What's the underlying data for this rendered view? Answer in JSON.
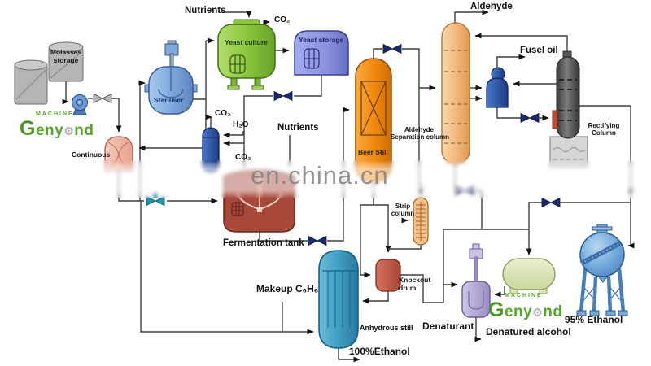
{
  "watermark": {
    "text": "en.china.cn"
  },
  "brand": {
    "machine": "MACHINE",
    "g": "G",
    "eny": "eny",
    "gear": "⚙",
    "nd": "nd"
  },
  "labels": {
    "molasses_1": "Molasses",
    "molasses_2": "storage",
    "steriliser": "Steriliser",
    "nutrients_top": "Nutrients",
    "co2_top": "CO₂",
    "yeast_culture": "Yeast culture",
    "yeast_storage": "Yeast storage",
    "continuous": "Continuous",
    "co2_mid": "CO₂",
    "h2o": "H₂O",
    "co2_ferm": "CO₂",
    "nutrients_mid": "Nutrients",
    "fermentation_tank": "Fermentation tank",
    "beer_still": "Beer Still",
    "aldehyde_sep_1": "Aldehyde",
    "aldehyde_sep_2": "Separation column",
    "aldehyde": "Aldehyde",
    "fusel_oil": "Fusel oil",
    "rectifying_1": "Rectifying",
    "rectifying_2": "Column",
    "strip_1": "Strip",
    "strip_2": "column",
    "knockout_1": "Knockout",
    "knockout_2": "drum",
    "makeup": "Makeup C₆H₆",
    "anhydrous_still": "Anhydrous still",
    "ethanol_100": "100%Ethanol",
    "denaturant": "Denaturant",
    "denatured_alcohol": "Denatured alcohol",
    "ethanol_95": "95% Ethanol"
  },
  "colors": {
    "brand_green": "#57a62e",
    "watermark_gray": "#8a8a8a",
    "pipe": "#3f3f3f",
    "valve_navy": "#1b2a6b",
    "valve_teal": "#1f93aa",
    "beer_still_orange": "#ef8300",
    "aldehyde_tan": "#f0b070",
    "fermenter_red": "#a8483a",
    "anhydrous_blue": "#3f9fc4",
    "sphere_blue": "#6fa8dc",
    "yeast_green": "#8cc63e",
    "storage_violet": "#8a92e0"
  }
}
